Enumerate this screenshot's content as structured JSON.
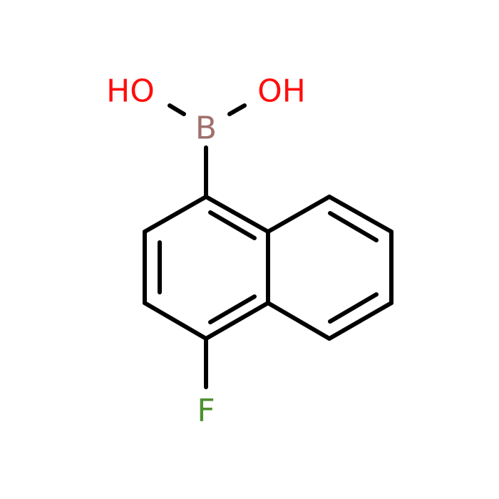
{
  "molecule": {
    "atoms": {
      "oh_left": {
        "text": "HO",
        "color": "#ff0d0d"
      },
      "oh_right": {
        "text": "OH",
        "color": "#ff0d0d"
      },
      "boron": {
        "text": "B",
        "color": "#a0706c"
      },
      "fluorine": {
        "text": "F",
        "color": "#4f8f2f"
      }
    },
    "bond_color": "#000000"
  }
}
